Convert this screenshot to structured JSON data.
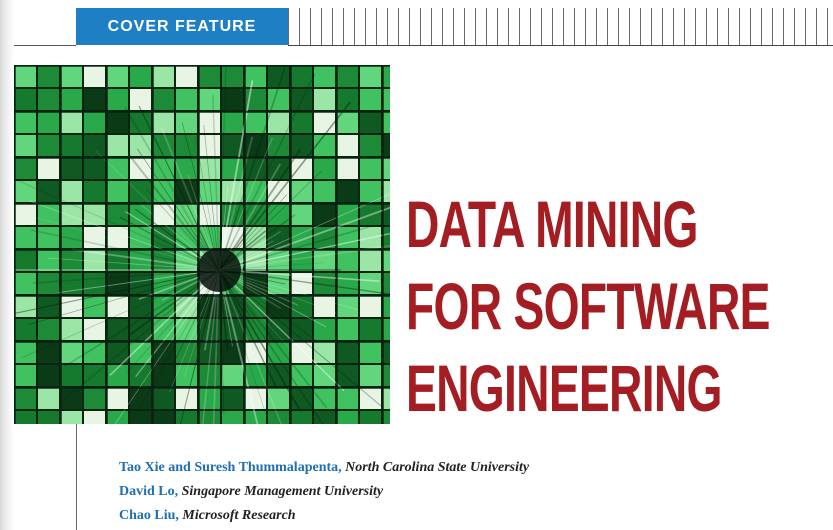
{
  "header": {
    "section_label": "COVER FEATURE"
  },
  "cover_image": {
    "icon": "green-grid-abstract-art"
  },
  "article": {
    "title_lines": [
      "DATA MINING",
      "FOR SOFTWARE",
      "ENGINEERING"
    ],
    "title_color": "#a31d22",
    "accent_color": "#1f7fc4"
  },
  "authors": [
    {
      "names": "Tao Xie and Suresh Thummalapenta,",
      "affiliation": "North Carolina State University"
    },
    {
      "names": "David Lo,",
      "affiliation": "Singapore Management University"
    },
    {
      "names": "Chao Liu,",
      "affiliation": "Microsoft Research"
    }
  ]
}
